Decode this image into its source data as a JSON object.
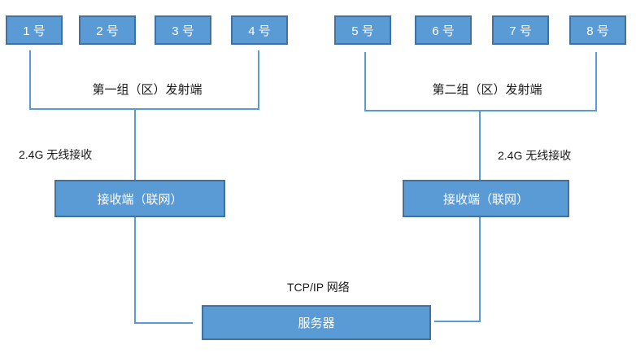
{
  "transmitters": [
    "1 号",
    "2 号",
    "3 号",
    "4 号",
    "5 号",
    "6 号",
    "7 号",
    "8 号"
  ],
  "group1": {
    "label": "第一组（区）发射端",
    "wireless_label": "2.4G 无线接收",
    "receiver_label": "接收端（联网）"
  },
  "group2": {
    "label": "第二组（区）发射端",
    "wireless_label": "2.4G 无线接收",
    "receiver_label": "接收端（联网）"
  },
  "network_label": "TCP/IP 网络",
  "server_label": "服务器",
  "colors": {
    "box_fill": "#5B9BD5",
    "box_border": "#41719C",
    "connector_line": "#5B9BD5",
    "box_text": "#FFFFFF",
    "label_text": "#1A1A1A",
    "background": "#FFFFFF"
  }
}
